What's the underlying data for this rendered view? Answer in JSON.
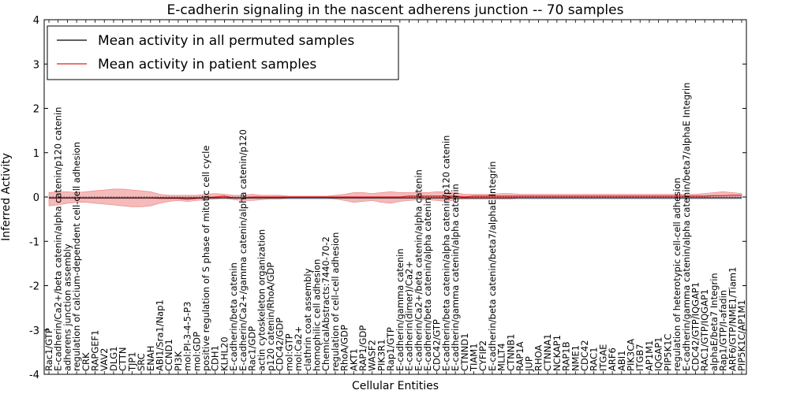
{
  "chart_data": {
    "type": "line",
    "title": "E-cadherin signaling in the nascent adherens junction -- 70 samples",
    "xlabel": "Cellular Entities",
    "ylabel": "Inferred Activity",
    "ylim": [
      -4,
      4
    ],
    "yticks": [
      "-4",
      "-3",
      "-2",
      "-1",
      "0",
      "1",
      "2",
      "3",
      "4"
    ],
    "grid": false,
    "legend": {
      "placement": "top-left"
    },
    "categories": [
      "Rac1/GTP",
      "E-cadherin/Ca2+/beta catenin/alpha catenin/p120 catenin",
      "adherens junction assembly",
      "regulation of calcium-dependent cell-cell adhesion",
      "CRK",
      "RAPGEF1",
      "VAV2",
      "DLG1",
      "CTTN",
      "TJP1",
      "SRC",
      "ENAH",
      "ABI1/Sra1/Nap1",
      "CCND1",
      "PI3K",
      "mol:PI-3-4-5-P3",
      "mol:GDP",
      "positive regulation of S phase of mitotic cell cycle",
      "CDH1",
      "KLHL20",
      "E-cadherin/beta catenin",
      "E-cadherin/Ca2+/gamma catenin/alpha catenin/p120",
      "Rac1/GDP",
      "actin cytoskeleton organization",
      "p120 catenin/RhoA/GDP",
      "CDC42/GDP",
      "mol:GTP",
      "mol:Ca2+",
      "clathrin coat assembly",
      "homophilic cell adhesion",
      "ChemicalAbstracts:7440-70-2",
      "regulation of cell-cell adhesion",
      "RhoA/GDP",
      "AKT1",
      "RAP1/GDP",
      "WASF2",
      "PIK3R1",
      "Rap1/GTP",
      "E-cadherin/gamma catenin",
      "E-cadherin(dimer)/Ca2+",
      "E-cadherin/Ca2+/beta catenin/alpha catenin",
      "E-cadherin/beta catenin/alpha catenin",
      "CDC42/GTP",
      "E-cadherin/beta catenin/alpha catenin/p120 catenin",
      "E-cadherin/gamma catenin/alpha catenin",
      "CTNND1",
      "TIAM1",
      "CYFIP2",
      "E-cadherin/beta catenin/beta7/alphaE Integrin",
      "MLLT4",
      "CTNNB1",
      "RAP1A",
      "JUP",
      "RHOA",
      "CTNNA1",
      "NCKAP1",
      "RAP1B",
      "NME1",
      "CDC42",
      "RAC1",
      "ITGAE",
      "ARF6",
      "ABI1",
      "PIK3CA",
      "ITGB7",
      "AP1M1",
      "IQGAP1",
      "PIP5K1C",
      "regulation of heterotypic cell-cell adhesion",
      "E-cadherin/gamma catenin/alpha catenin/beta7/alphaE Integrin",
      "CDC42/GTP/IQGAP1",
      "RAC1/GTP/IQGAP1",
      "alphaE/beta7 Integrin",
      "Rap1/GTP/I-afadin",
      "ARF6/GTP/NME1/Tiam1",
      "PIP5K1C/AP1M1"
    ],
    "series": [
      {
        "name": "Mean activity in all permuted samples",
        "color": "#000000",
        "band_color": "#b9bfe0",
        "values": [
          -0.02,
          -0.02,
          -0.02,
          -0.02,
          -0.02,
          -0.02,
          -0.02,
          -0.02,
          -0.02,
          -0.02,
          -0.02,
          -0.02,
          -0.02,
          -0.02,
          -0.02,
          -0.02,
          -0.02,
          -0.02,
          -0.02,
          -0.02,
          -0.02,
          -0.02,
          -0.02,
          -0.02,
          -0.02,
          -0.02,
          -0.02,
          -0.02,
          -0.02,
          -0.02,
          -0.02,
          -0.02,
          -0.02,
          -0.02,
          -0.02,
          -0.02,
          -0.02,
          -0.02,
          -0.02,
          -0.02,
          -0.02,
          -0.02,
          -0.02,
          -0.02,
          -0.02,
          -0.02,
          -0.02,
          -0.02,
          -0.02,
          -0.02,
          -0.02,
          -0.02,
          -0.02,
          -0.02,
          -0.02,
          -0.02,
          -0.02,
          -0.02,
          -0.02,
          -0.02,
          -0.02,
          -0.02,
          -0.02,
          -0.02,
          -0.02,
          -0.02,
          -0.02,
          -0.02,
          -0.02,
          -0.02,
          -0.02,
          -0.02,
          -0.02,
          -0.02,
          -0.02,
          -0.02
        ],
        "lower": [
          -0.06,
          -0.06,
          -0.06,
          -0.06,
          -0.06,
          -0.06,
          -0.06,
          -0.06,
          -0.06,
          -0.06,
          -0.06,
          -0.06,
          -0.06,
          -0.06,
          -0.06,
          -0.06,
          -0.06,
          -0.06,
          -0.06,
          -0.06,
          -0.06,
          -0.06,
          -0.06,
          -0.06,
          -0.06,
          -0.06,
          -0.06,
          -0.06,
          -0.06,
          -0.06,
          -0.06,
          -0.06,
          -0.06,
          -0.06,
          -0.06,
          -0.06,
          -0.06,
          -0.06,
          -0.06,
          -0.06,
          -0.06,
          -0.06,
          -0.06,
          -0.06,
          -0.06,
          -0.06,
          -0.06,
          -0.06,
          -0.06,
          -0.06,
          -0.06,
          -0.06,
          -0.06,
          -0.06,
          -0.06,
          -0.06,
          -0.06,
          -0.06,
          -0.06,
          -0.06,
          -0.06,
          -0.06,
          -0.06,
          -0.06,
          -0.06,
          -0.06,
          -0.06,
          -0.06,
          -0.06,
          -0.06,
          -0.06,
          -0.06,
          -0.06,
          -0.06,
          -0.06,
          -0.06
        ],
        "upper": [
          0.02,
          0.02,
          0.02,
          0.02,
          0.02,
          0.02,
          0.02,
          0.02,
          0.02,
          0.02,
          0.02,
          0.02,
          0.02,
          0.02,
          0.02,
          0.02,
          0.02,
          0.02,
          0.02,
          0.02,
          0.02,
          0.02,
          0.02,
          0.02,
          0.02,
          0.02,
          0.02,
          0.02,
          0.02,
          0.02,
          0.02,
          0.02,
          0.02,
          0.02,
          0.02,
          0.02,
          0.02,
          0.02,
          0.02,
          0.02,
          0.02,
          0.02,
          0.02,
          0.02,
          0.02,
          0.02,
          0.02,
          0.02,
          0.02,
          0.02,
          0.02,
          0.02,
          0.02,
          0.02,
          0.02,
          0.02,
          0.02,
          0.02,
          0.02,
          0.02,
          0.02,
          0.02,
          0.02,
          0.02,
          0.02,
          0.02,
          0.02,
          0.02,
          0.02,
          0.02,
          0.02,
          0.02,
          0.02,
          0.02,
          0.02,
          0.02
        ]
      },
      {
        "name": "Mean activity in patient samples",
        "color": "#dd2222",
        "band_color": "#f2a3a3",
        "values": [
          -0.02,
          -0.02,
          -0.02,
          -0.02,
          -0.02,
          -0.02,
          -0.02,
          -0.02,
          -0.02,
          -0.02,
          -0.02,
          -0.02,
          -0.03,
          -0.03,
          -0.03,
          -0.05,
          -0.03,
          -0.02,
          0.0,
          0.02,
          -0.02,
          -0.02,
          0.0,
          0.0,
          0.0,
          0.0,
          0.0,
          0.0,
          0.0,
          0.0,
          0.0,
          0.0,
          0.0,
          0.0,
          0.0,
          0.0,
          0.0,
          0.0,
          0.0,
          0.02,
          0.02,
          0.02,
          0.02,
          0.02,
          0.02,
          0.0,
          0.02,
          0.02,
          0.02,
          0.02,
          0.02,
          0.02,
          0.02,
          0.02,
          0.02,
          0.02,
          0.02,
          0.02,
          0.02,
          0.02,
          0.02,
          0.02,
          0.02,
          0.02,
          0.02,
          0.02,
          0.02,
          0.02,
          0.02,
          0.02,
          0.02,
          0.02,
          0.03,
          0.03,
          0.04,
          0.04
        ],
        "lower": [
          -0.2,
          -0.18,
          -0.14,
          -0.12,
          -0.12,
          -0.14,
          -0.16,
          -0.18,
          -0.2,
          -0.22,
          -0.22,
          -0.2,
          -0.14,
          -0.1,
          -0.08,
          -0.1,
          -0.08,
          -0.06,
          -0.04,
          -0.02,
          -0.06,
          -0.08,
          -0.08,
          -0.06,
          -0.04,
          -0.04,
          -0.02,
          -0.02,
          -0.02,
          -0.02,
          -0.02,
          -0.04,
          -0.08,
          -0.12,
          -0.1,
          -0.08,
          -0.12,
          -0.14,
          -0.1,
          -0.08,
          -0.06,
          -0.06,
          -0.08,
          -0.1,
          -0.06,
          -0.04,
          -0.04,
          -0.04,
          -0.04,
          -0.04,
          -0.04,
          -0.02,
          -0.02,
          -0.02,
          -0.02,
          -0.02,
          -0.02,
          -0.02,
          -0.02,
          -0.02,
          -0.02,
          -0.02,
          -0.02,
          -0.02,
          -0.02,
          -0.02,
          -0.02,
          -0.02,
          -0.02,
          -0.02,
          -0.02,
          -0.02,
          -0.02,
          -0.02,
          -0.02,
          -0.02
        ],
        "upper": [
          0.1,
          0.12,
          0.12,
          0.1,
          0.12,
          0.14,
          0.16,
          0.18,
          0.18,
          0.16,
          0.14,
          0.12,
          0.06,
          0.04,
          0.04,
          0.04,
          0.04,
          0.06,
          0.08,
          0.06,
          0.04,
          0.04,
          0.06,
          0.04,
          0.04,
          0.04,
          0.02,
          0.02,
          0.02,
          0.02,
          0.02,
          0.04,
          0.06,
          0.1,
          0.1,
          0.08,
          0.1,
          0.12,
          0.1,
          0.1,
          0.1,
          0.1,
          0.12,
          0.12,
          0.1,
          0.06,
          0.06,
          0.06,
          0.06,
          0.08,
          0.08,
          0.06,
          0.06,
          0.06,
          0.06,
          0.06,
          0.06,
          0.06,
          0.06,
          0.06,
          0.06,
          0.06,
          0.06,
          0.06,
          0.06,
          0.06,
          0.06,
          0.06,
          0.06,
          0.06,
          0.06,
          0.08,
          0.1,
          0.12,
          0.1,
          0.08
        ]
      }
    ]
  }
}
